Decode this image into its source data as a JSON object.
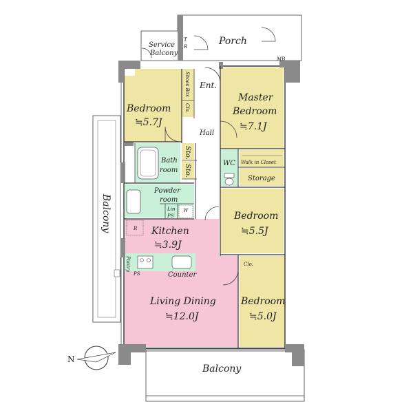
{
  "rooms": {
    "porch": "Porch",
    "service_balcony": [
      "Service",
      "Balcony"
    ],
    "tr": [
      "T",
      "R"
    ],
    "mb": "MB",
    "entrance": "Ent.",
    "shoes_box": "Shoes Box",
    "bedroom_nw": [
      "Bedroom",
      "≒5.7J"
    ],
    "closet_small_1": "Clo.",
    "master_bedroom": [
      "Master",
      "Bedroom",
      "≒7.1J"
    ],
    "hall": "Hall",
    "bathroom": [
      "Bath",
      "room"
    ],
    "sto_1": "Sto.",
    "sto_2": "Sto.",
    "wc": "WC",
    "walk_in_closet": "Walk in Closet",
    "storage": "Storage",
    "powder_room": [
      "Powder",
      "room"
    ],
    "lin": "Lin",
    "wash": "W",
    "ps_1": "PS",
    "r": "R",
    "kitchen": [
      "Kitchen",
      "≒3.9J"
    ],
    "bedroom_e": [
      "Bedroom",
      "≒5.5J"
    ],
    "balcony_w": "Balcony",
    "pantry": "Pantry",
    "ps_2": "PS",
    "counter": "Counter",
    "closet_small_2": "Clo.",
    "living_dining": [
      "Living Dining",
      "≒12.0J"
    ],
    "bedroom_se": [
      "Bedroom",
      "≒5.0J"
    ],
    "balcony_s": "Balcony",
    "compass": "N"
  },
  "colors": {
    "bedroom": "#efe6a6",
    "wet": "#c9f0d8",
    "living": "#f6c6d6",
    "wall": "#8a8a8a"
  }
}
